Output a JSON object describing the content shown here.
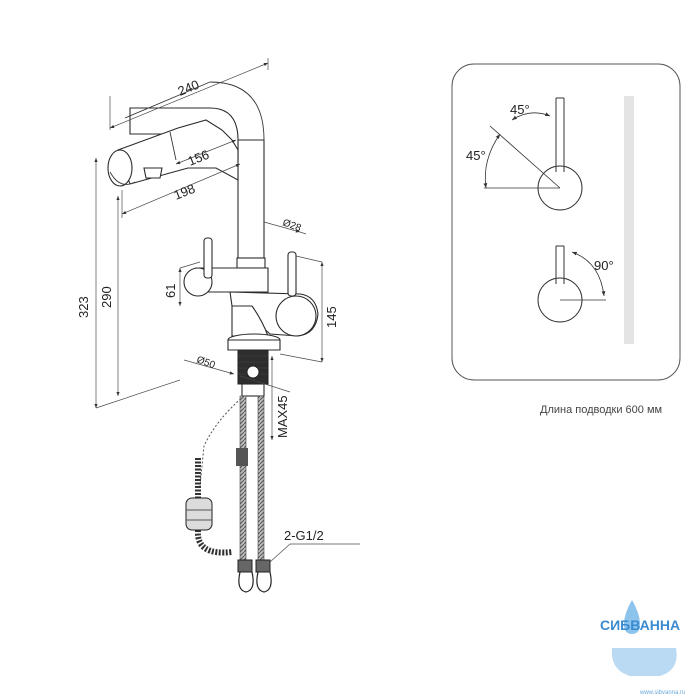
{
  "dimensions": {
    "width_240": "240",
    "spout_156": "156",
    "reach_198": "198",
    "height_323": "323",
    "height_290": "290",
    "handle_61": "61",
    "body_145": "145",
    "pipe_d28": "Ø28",
    "base_d50": "Ø50",
    "max45": "MAX45",
    "thread": "2-G1/2"
  },
  "detail": {
    "angle_top_a": "45°",
    "angle_top_b": "45°",
    "angle_bottom": "90°"
  },
  "note": "Длина подводки 600 мм",
  "watermark": {
    "brand": "СИБВАННА",
    "url": "www.sibvanna.ru"
  }
}
